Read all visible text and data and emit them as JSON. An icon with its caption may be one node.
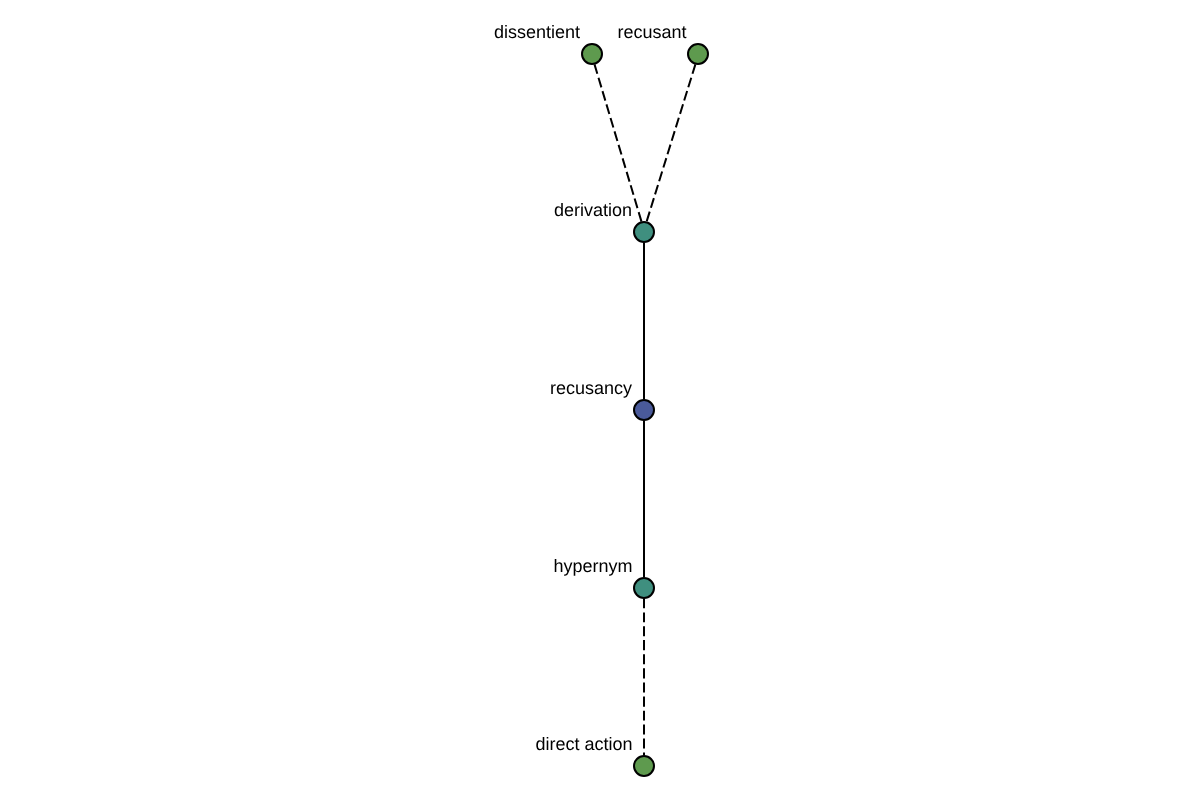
{
  "diagram": {
    "nodes": [
      {
        "text": [],
        "shape": "circle",
        "beside": [
          "dissentient"
        ]
      },
      {
        "text": [],
        "shape": "circle",
        "beside": [
          "recusant"
        ]
      },
      {
        "text": [],
        "shape": "circle",
        "beside": [
          "derivation"
        ]
      },
      {
        "text": [],
        "shape": "circle",
        "beside": [
          "recusancy"
        ]
      },
      {
        "text": [],
        "shape": "circle",
        "beside": [
          "hypernym"
        ]
      },
      {
        "text": [],
        "shape": "circle",
        "beside": [
          "direct action"
        ]
      }
    ],
    "edges": [
      {
        "from": 0,
        "to": 2,
        "arrow": "none",
        "style": "dashed"
      },
      {
        "from": 1,
        "to": 2,
        "arrow": "none",
        "style": "dashed"
      },
      {
        "from": 2,
        "to": 3,
        "arrow": "none"
      },
      {
        "from": 3,
        "to": 4,
        "arrow": "none"
      },
      {
        "from": 4,
        "to": 5,
        "arrow": "none",
        "style": "dashed"
      }
    ]
  }
}
